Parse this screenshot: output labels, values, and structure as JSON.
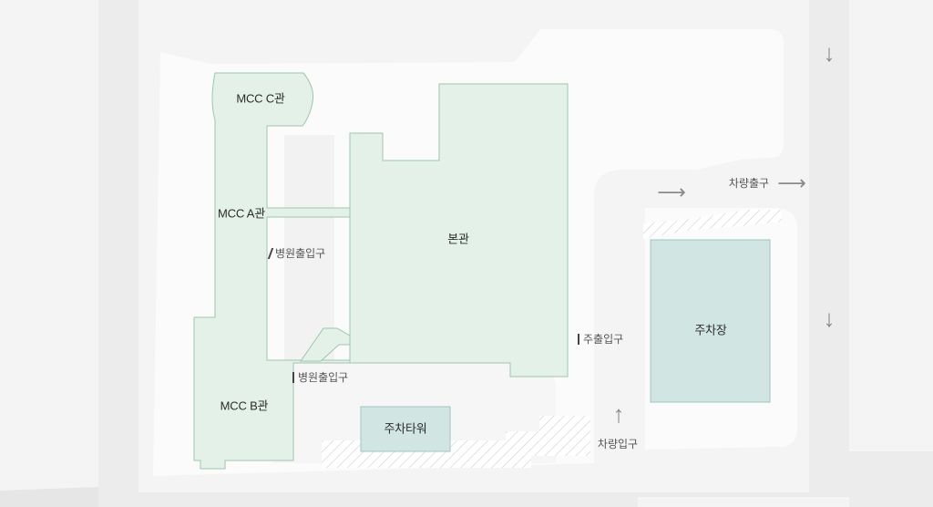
{
  "buildings": {
    "mcc_c": "MCC C관",
    "mcc_a": "MCC A관",
    "mcc_b": "MCC B관",
    "main": "본관",
    "parking_tower": "주차타워",
    "parking_lot": "주차장"
  },
  "entrances": {
    "hospital_entrance_upper": "병원출입구",
    "hospital_entrance_lower": "병원출입구",
    "main_entrance": "주출입구",
    "vehicle_exit": "차량출구",
    "vehicle_entrance": "차량입구"
  },
  "icons": {
    "arrow_down": "↓",
    "arrow_right": "⟶",
    "arrow_up": "↑"
  },
  "colors": {
    "background": "#f1f1f1",
    "road": "#e9e9e9",
    "site": "#fafafa",
    "building_fill": "#e3f1e8",
    "building_stroke": "#9cc7ac",
    "parking_fill": "#d1e6e3",
    "parking_stroke": "#9cc5c0"
  }
}
